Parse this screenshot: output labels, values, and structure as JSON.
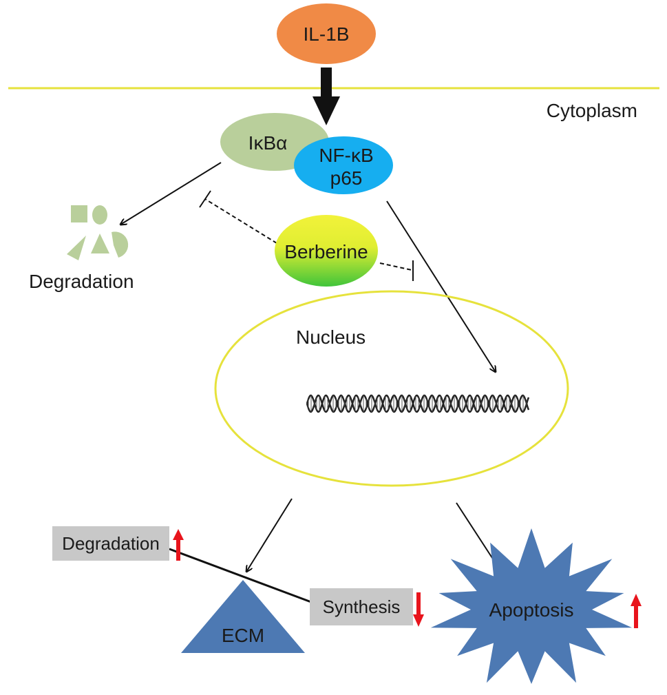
{
  "labels": {
    "il1b": "IL-1B",
    "cytoplasm": "Cytoplasm",
    "ikba": "IκBα",
    "nfkb_line1": "NF-κB",
    "nfkb_line2": "p65",
    "berberine": "Berberine",
    "degradation_top": "Degradation",
    "nucleus": "Nucleus",
    "degradation_box": "Degradation",
    "synthesis_box": "Synthesis",
    "ecm": "ECM",
    "apoptosis": "Apoptosis"
  },
  "colors": {
    "membrane": "#e6e23c",
    "il1b": "#f08a46",
    "ikba": "#b9cf9b",
    "nfkb": "#16aef0",
    "berberine_top": "#f2f23a",
    "berberine_bottom": "#3fc43a",
    "degradation_fragments": "#b9cf9b",
    "nucleus_outline": "#e6e23c",
    "label_box": "#c8c8c8",
    "ecm": "#4d79b3",
    "apoptosis": "#4d79b3",
    "up_down_arrow": "#e8141c",
    "arrow": "#111111"
  },
  "indicators": {
    "degradation": "up",
    "synthesis": "down",
    "apoptosis": "up"
  }
}
